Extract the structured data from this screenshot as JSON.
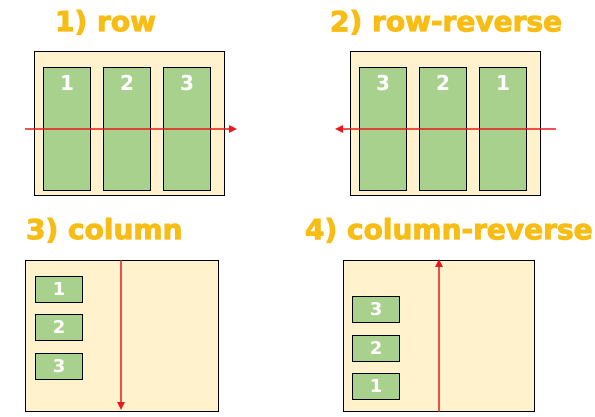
{
  "colors": {
    "title": "#f7bd14",
    "container_fill": "#fff2cc",
    "item_fill": "#a9d18e",
    "item_text": "#ffffff",
    "axis": "#e8191a",
    "border": "#000000"
  },
  "diagrams": [
    {
      "title": "1) row",
      "direction": "horizontal",
      "arrow": "right",
      "items": [
        "1",
        "2",
        "3"
      ]
    },
    {
      "title": "2) row-reverse",
      "direction": "horizontal",
      "arrow": "left",
      "items": [
        "3",
        "2",
        "1"
      ]
    },
    {
      "title": "3) column",
      "direction": "vertical",
      "arrow": "down",
      "items": [
        "1",
        "2",
        "3"
      ]
    },
    {
      "title": "4) column-reverse",
      "direction": "vertical",
      "arrow": "up",
      "items": [
        "3",
        "2",
        "1"
      ]
    }
  ]
}
